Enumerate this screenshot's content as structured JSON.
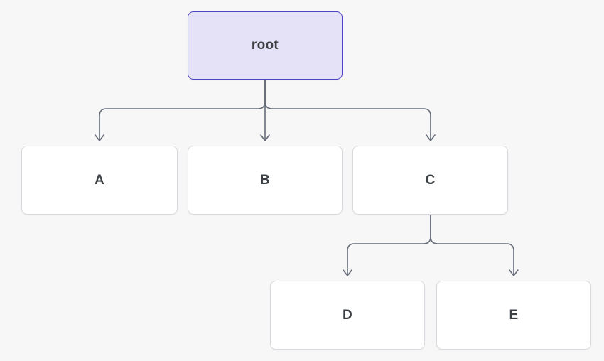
{
  "diagram": {
    "type": "tree",
    "nodes": {
      "root": {
        "id": "root",
        "label": "root"
      },
      "a": {
        "id": "A",
        "label": "A"
      },
      "b": {
        "id": "B",
        "label": "B"
      },
      "c": {
        "id": "C",
        "label": "C"
      },
      "d": {
        "id": "D",
        "label": "D"
      },
      "e": {
        "id": "E",
        "label": "E"
      }
    },
    "edges": [
      {
        "from": "root",
        "to": "A"
      },
      {
        "from": "root",
        "to": "B"
      },
      {
        "from": "root",
        "to": "C"
      },
      {
        "from": "C",
        "to": "D"
      },
      {
        "from": "C",
        "to": "E"
      }
    ],
    "colors": {
      "background": "#f7f7f8",
      "root_fill": "#e5e1f7",
      "root_border": "#4d42c6",
      "node_fill": "#ffffff",
      "node_border": "#d8d8dd",
      "connector": "#666d78",
      "text": "#3d4045"
    }
  }
}
